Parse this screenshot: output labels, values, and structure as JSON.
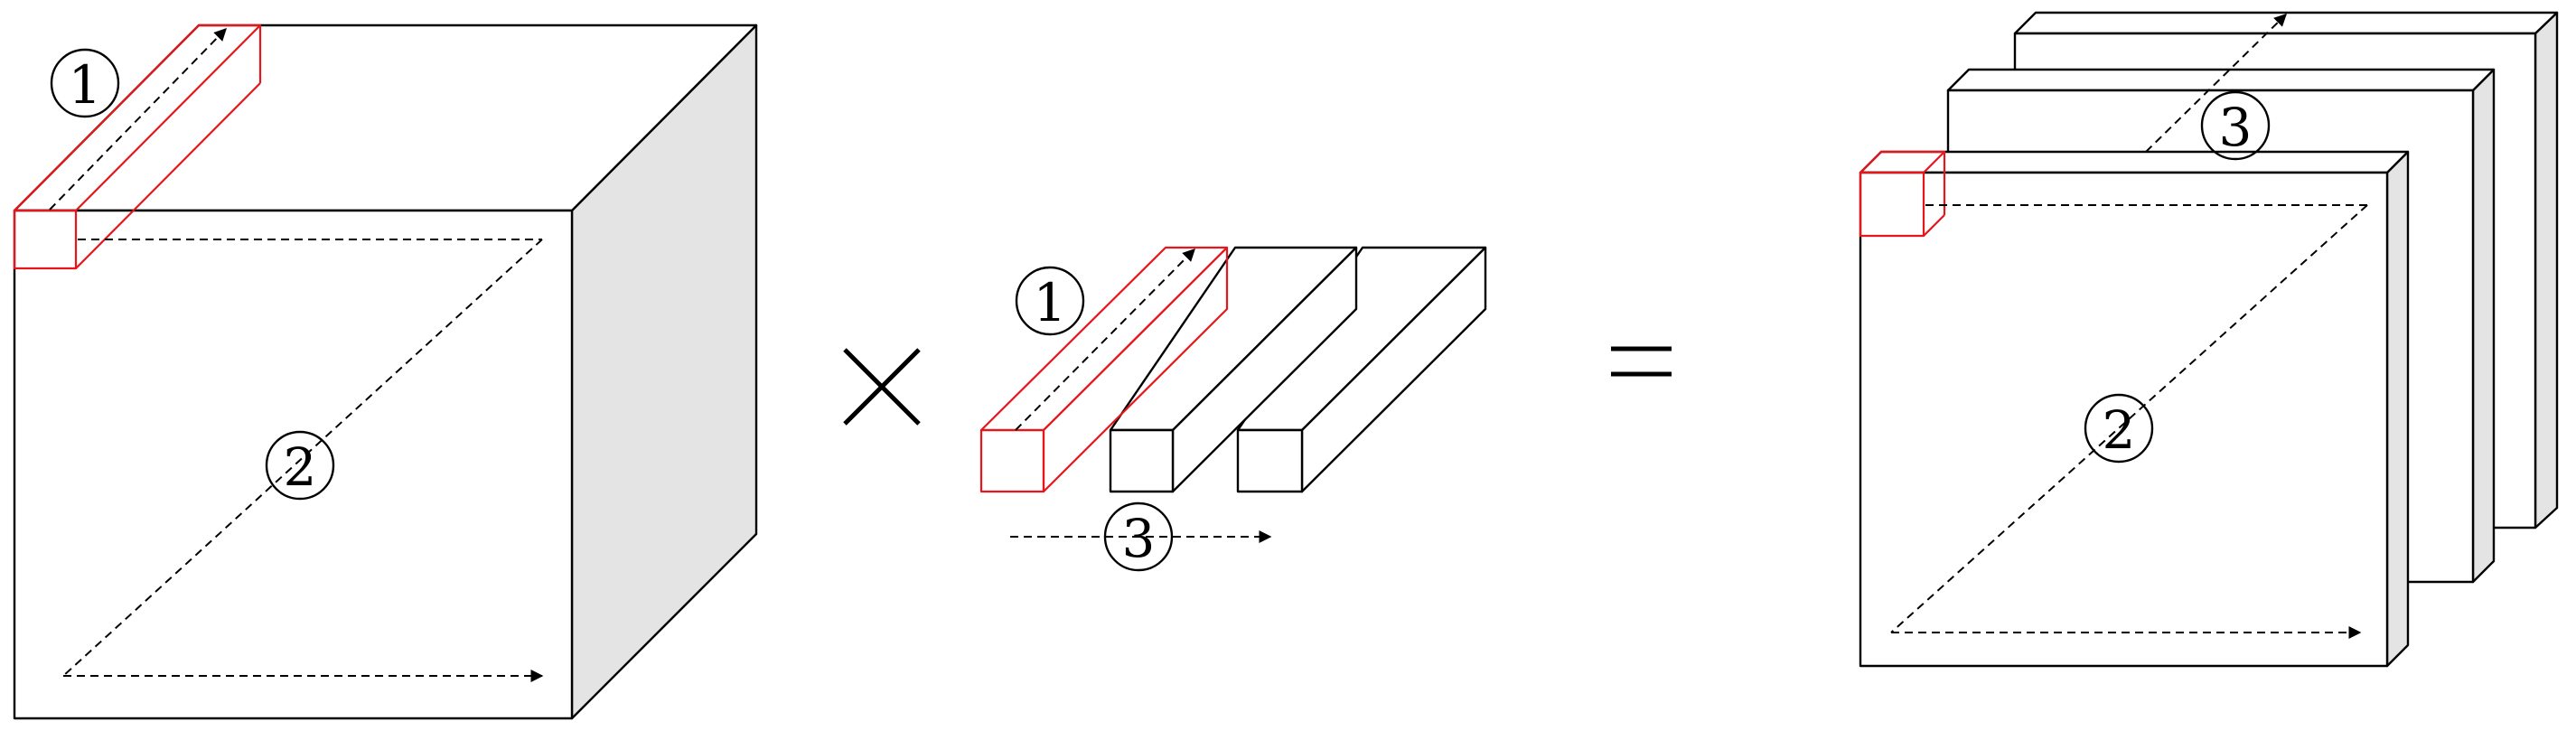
{
  "diagram": {
    "labels": {
      "step_1": "1",
      "step_2": "2",
      "step_3": "3"
    },
    "operators": {
      "multiply": "×",
      "equals": "="
    },
    "colors": {
      "highlight": "#e8161b",
      "cube_side": "#e4e4e4",
      "slab_side": "#e4e4e4",
      "outline": "#000000"
    },
    "kernel_count": 3,
    "output_slice_count": 3
  }
}
